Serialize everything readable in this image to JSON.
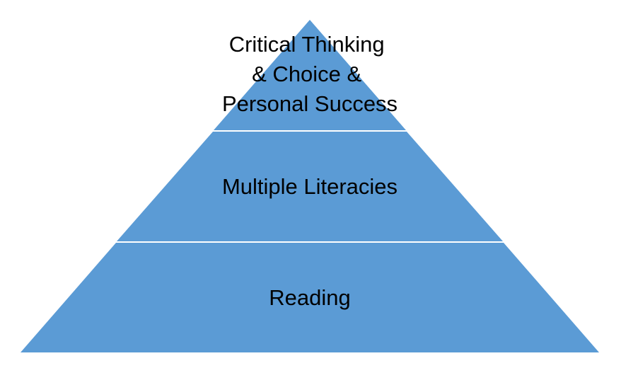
{
  "diagram": {
    "type": "pyramid",
    "fill_color": "#5b9bd5",
    "divider_color": "#ffffff",
    "text_color": "#000000",
    "tiers": [
      {
        "id": "top",
        "lines": [
          "Critical Thinking",
          "& Choice &",
          "Personal Success"
        ]
      },
      {
        "id": "middle",
        "lines": [
          "Multiple Literacies"
        ]
      },
      {
        "id": "bottom",
        "lines": [
          "Reading"
        ]
      }
    ]
  }
}
